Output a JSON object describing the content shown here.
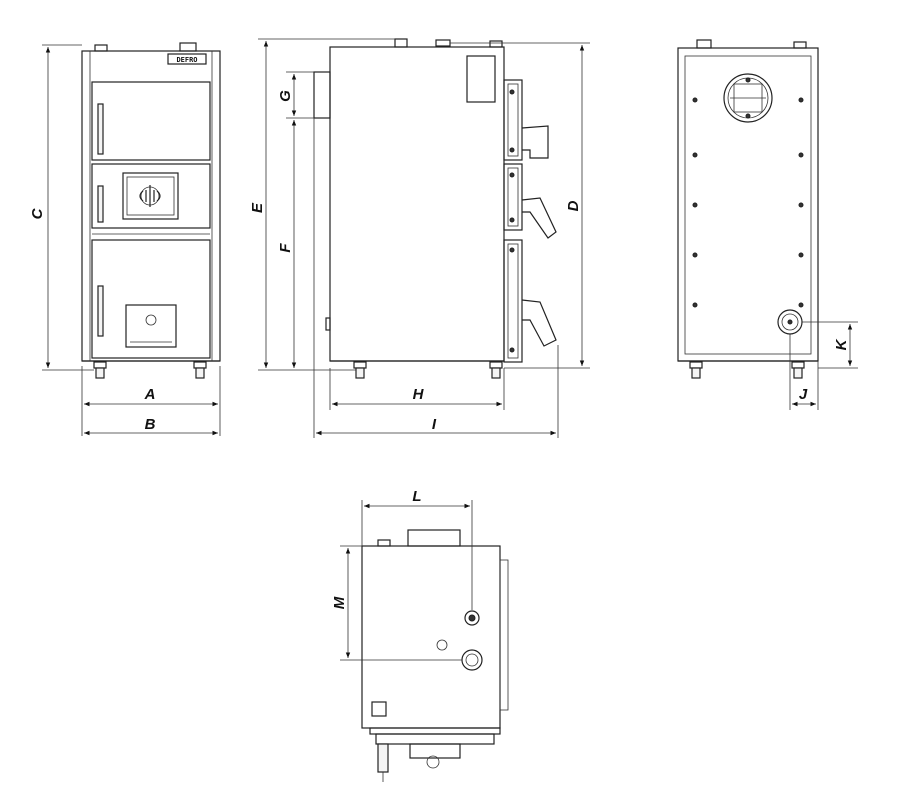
{
  "brand_logo": "DEFRO",
  "dimension_labels": {
    "A": "A",
    "B": "B",
    "C": "C",
    "D": "D",
    "E": "E",
    "F": "F",
    "G": "G",
    "H": "H",
    "I": "I",
    "J": "J",
    "K": "K",
    "L": "L",
    "M": "M"
  }
}
